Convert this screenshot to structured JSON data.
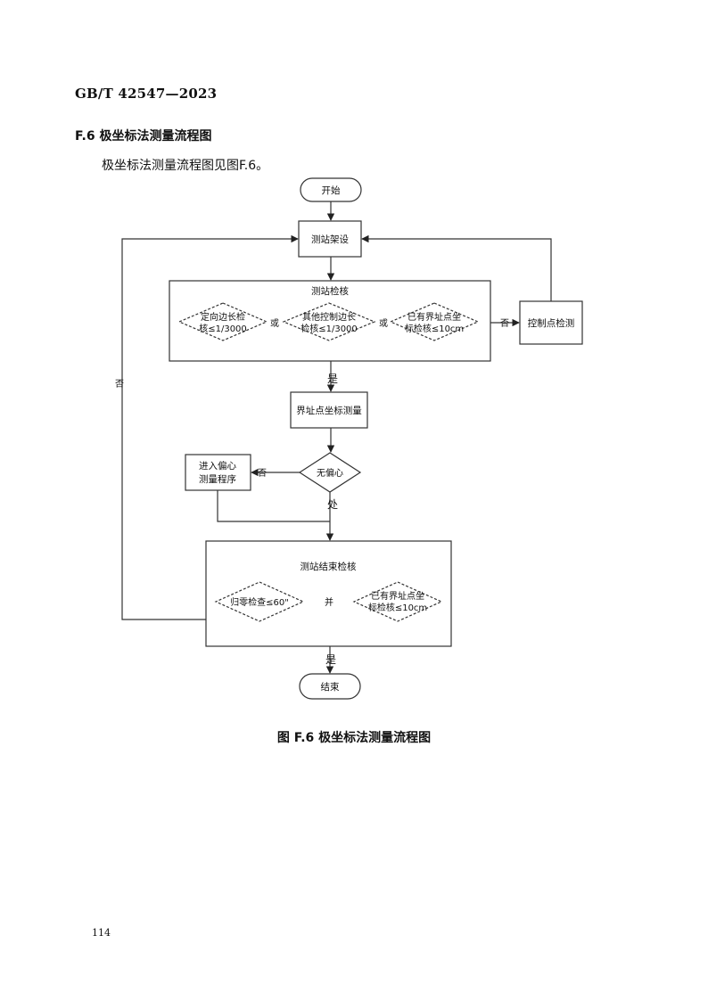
{
  "header": {
    "standard_code": "GB/T 42547—2023"
  },
  "section": {
    "title": "F.6  极坐标法测量流程图",
    "intro": "极坐标法测量流程图见图F.6。"
  },
  "flowchart": {
    "start": "开始",
    "station_setup": "测站架设",
    "station_check": {
      "title": "测站检核",
      "cond1_line1": "定向边长检",
      "cond1_line2": "核≤1/3000",
      "or1": "或",
      "cond2_line1": "其他控制边长",
      "cond2_line2": "检核≤1/3000",
      "or2": "或",
      "cond3_line1": "已有界址点坐",
      "cond3_line2": "标检核≤10cm"
    },
    "no_label_right": "否",
    "control_point_measure": "控制点检测",
    "no_label_left": "否",
    "yes_label_1": "是",
    "boundary_measure": "界址点坐标测量",
    "no_eccentric": "无偏心",
    "no_label_eccentric": "否",
    "eccentric_procedure_line1": "进入偏心",
    "eccentric_procedure_line2": "测量程序",
    "yes_label_eccentric": "处",
    "end_check": {
      "title": "测站结束检核",
      "cond1": "归零检查≤60\"",
      "and": "并",
      "cond2_line1": "已有界址点坐",
      "cond2_line2": "标检核≤10cm"
    },
    "yes_label_2": "是",
    "end": "结束"
  },
  "figure_caption": "图 F.6  极坐标法测量流程图",
  "page_number": "114"
}
